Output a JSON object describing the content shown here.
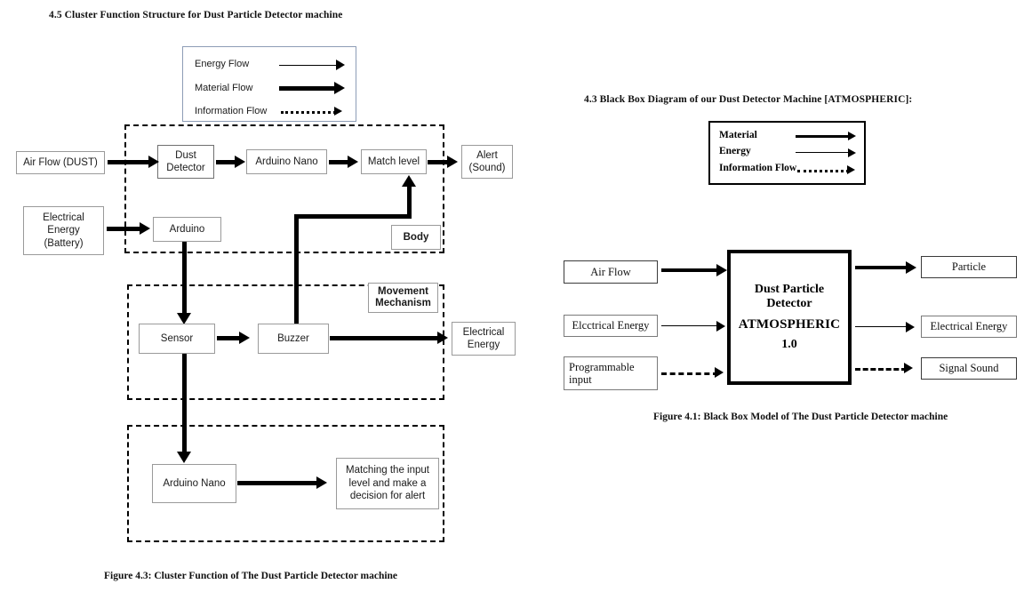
{
  "left_diagram": {
    "heading": "4.5 Cluster Function Structure for Dust Particle Detector machine",
    "caption": "Figure 4.3: Cluster Function of The Dust Particle Detector machine",
    "legend": {
      "items": [
        {
          "label": "Energy Flow",
          "style": "thin-arrow"
        },
        {
          "label": "Material Flow",
          "style": "thick-arrow"
        },
        {
          "label": "Information Flow",
          "style": "dotted-arrow"
        }
      ]
    },
    "boxes": {
      "air_flow": "Air Flow (DUST)",
      "electrical_energy_battery": "Electrical\nEnergy\n(Battery)",
      "dust_detector": "Dust\nDetector",
      "arduino_nano_top": "Arduino Nano",
      "match_level": "Match level",
      "alert_sound": "Alert\n(Sound)",
      "arduino": "Arduino",
      "body_label": "Body",
      "sensor": "Sensor",
      "buzzer": "Buzzer",
      "movement_mechanism_label": "Movement\nMechanism",
      "electrical_energy_out": "Electrical\nEnergy",
      "arduino_nano_bottom": "Arduino Nano",
      "matching_decision": "Matching the input level and make a decision for alert"
    }
  },
  "right_diagram": {
    "heading": "4.3 Black Box Diagram of our Dust Detector Machine [ATMOSPHERIC]:",
    "caption": "Figure 4.1: Black Box Model of The Dust Particle Detector machine",
    "legend": {
      "items": [
        {
          "label": "Material",
          "style": "thick-arrow"
        },
        {
          "label": "Energy",
          "style": "thin-arrow"
        },
        {
          "label": "Information Flow",
          "style": "dotted-arrow"
        }
      ]
    },
    "inputs": [
      {
        "label": "Air Flow",
        "style": "thick-arrow"
      },
      {
        "label": "Elcctrical Energy",
        "style": "thin-arrow"
      },
      {
        "label": "Programmable input",
        "style": "dashed-arrow"
      }
    ],
    "outputs": [
      {
        "label": "Particle",
        "style": "thick-arrow"
      },
      {
        "label": "Electrical Energy",
        "style": "thin-arrow"
      },
      {
        "label": "Signal Sound",
        "style": "dashed-arrow"
      }
    ],
    "black_box": {
      "line1": "Dust Particle",
      "line2": "Detector",
      "line3": "ATMOSPHERIC",
      "line4": "1.0"
    }
  },
  "colors": {
    "ink": "#000000",
    "box_border": "#9a9a9a",
    "legend_border": "#8d9db6"
  }
}
